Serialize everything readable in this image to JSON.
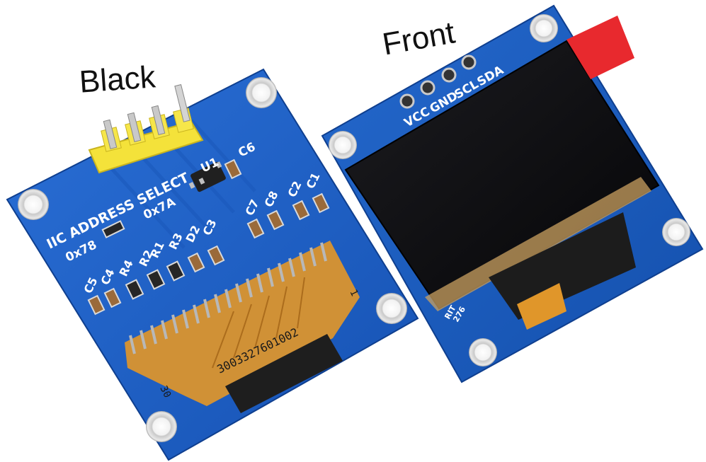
{
  "labels": {
    "back_caption": "Black",
    "front_caption": "Front"
  },
  "back_board": {
    "silkscreen": {
      "address_select": "IIC ADDRESS SELECT",
      "addr_78": "0x78",
      "addr_7a": "0x7A",
      "u1": "U1",
      "c6": "C6",
      "c7": "C7",
      "c8": "C8",
      "c2": "C2",
      "c1": "C1",
      "c5": "C5",
      "c4": "C4",
      "r4": "R4",
      "r2": "R2",
      "r1": "R1",
      "r3": "R3",
      "d2": "D2",
      "c3": "C3"
    },
    "fpc_code": "3003327601002",
    "fpc_pin_30": "30",
    "fpc_pin_1": "1"
  },
  "front_board": {
    "pins": [
      "VCC",
      "GND",
      "SCL",
      "SDA"
    ],
    "marking_line1": "RIT",
    "marking_line2": "276"
  },
  "colors": {
    "pcb_blue": "#1c5fc4",
    "header_yellow": "#f4e23a",
    "flex_orange": "#e0962a",
    "protective_tab_red": "#e8292e"
  }
}
